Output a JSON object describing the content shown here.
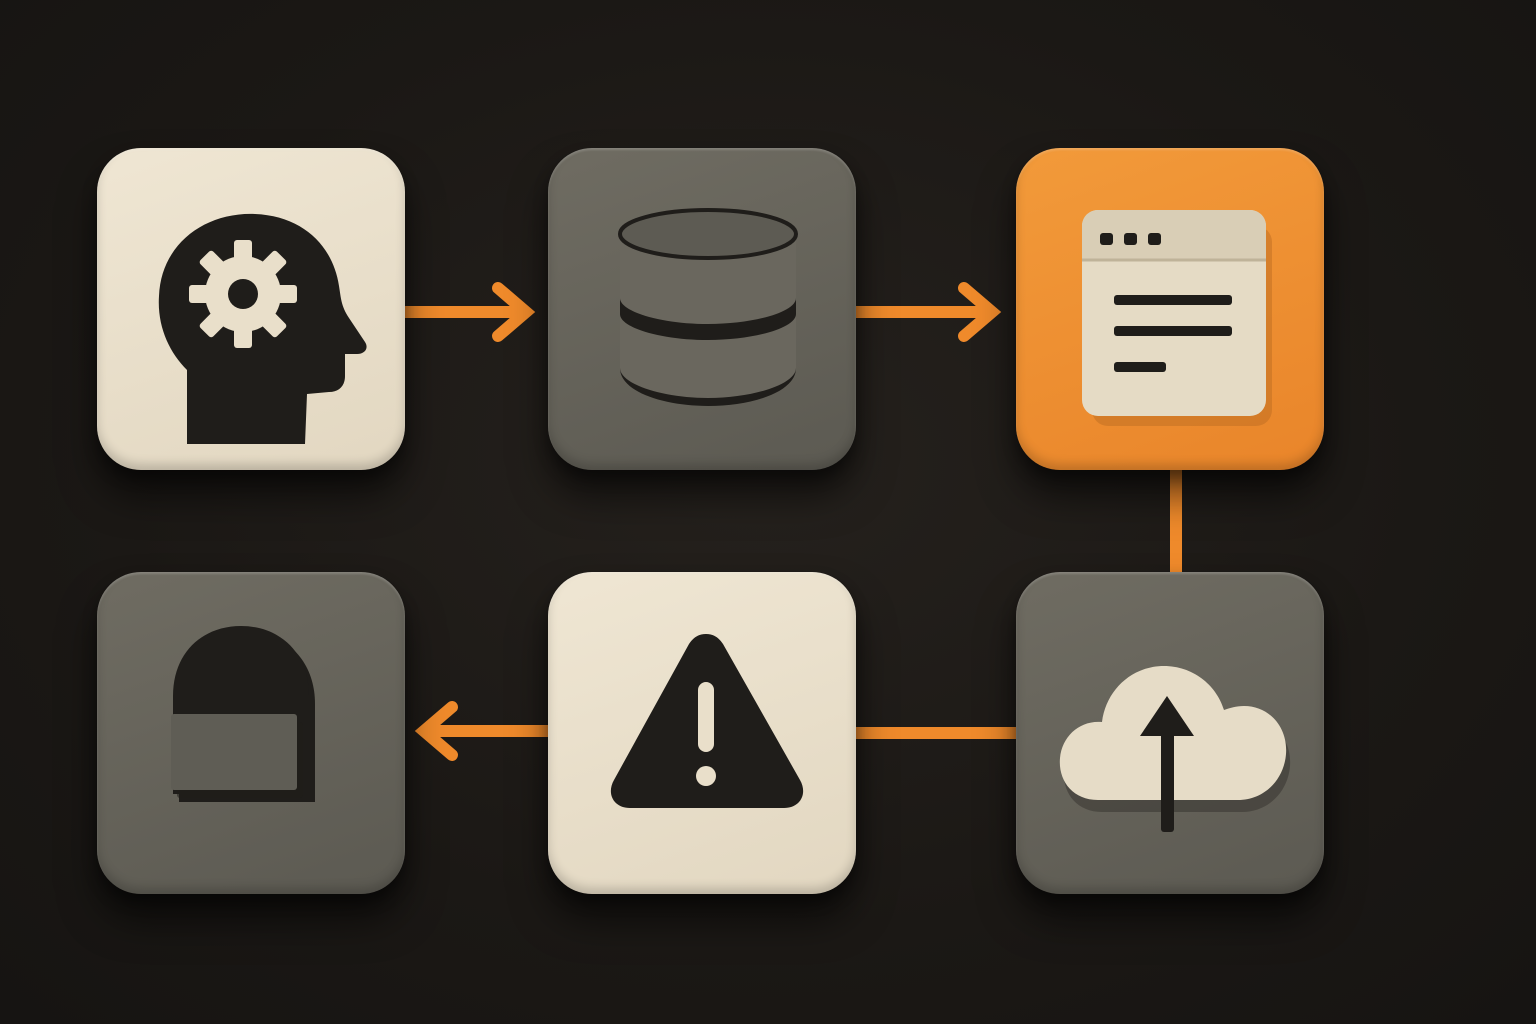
{
  "colors": {
    "background": "#1c1917",
    "accent": "#ef8a2b",
    "cream": "#e9dfca",
    "gray": "#66645b",
    "ink": "#1f1d1a"
  },
  "nodes": [
    {
      "id": "tile-1",
      "icon": "head-gear-icon",
      "style": "cream"
    },
    {
      "id": "tile-2",
      "icon": "database-icon",
      "style": "gray"
    },
    {
      "id": "tile-3",
      "icon": "browser-window-icon",
      "style": "orange"
    },
    {
      "id": "tile-4",
      "icon": "cloud-upload-icon",
      "style": "gray"
    },
    {
      "id": "tile-5",
      "icon": "warning-icon",
      "style": "cream"
    },
    {
      "id": "tile-6",
      "icon": "storage-block-icon",
      "style": "gray"
    }
  ],
  "edges": [
    {
      "from": "tile-1",
      "to": "tile-2",
      "arrow": true
    },
    {
      "from": "tile-2",
      "to": "tile-3",
      "arrow": true
    },
    {
      "from": "tile-3",
      "to": "tile-4",
      "arrow": false
    },
    {
      "from": "tile-4",
      "to": "tile-5",
      "arrow": false
    },
    {
      "from": "tile-5",
      "to": "tile-6",
      "arrow": true
    }
  ]
}
